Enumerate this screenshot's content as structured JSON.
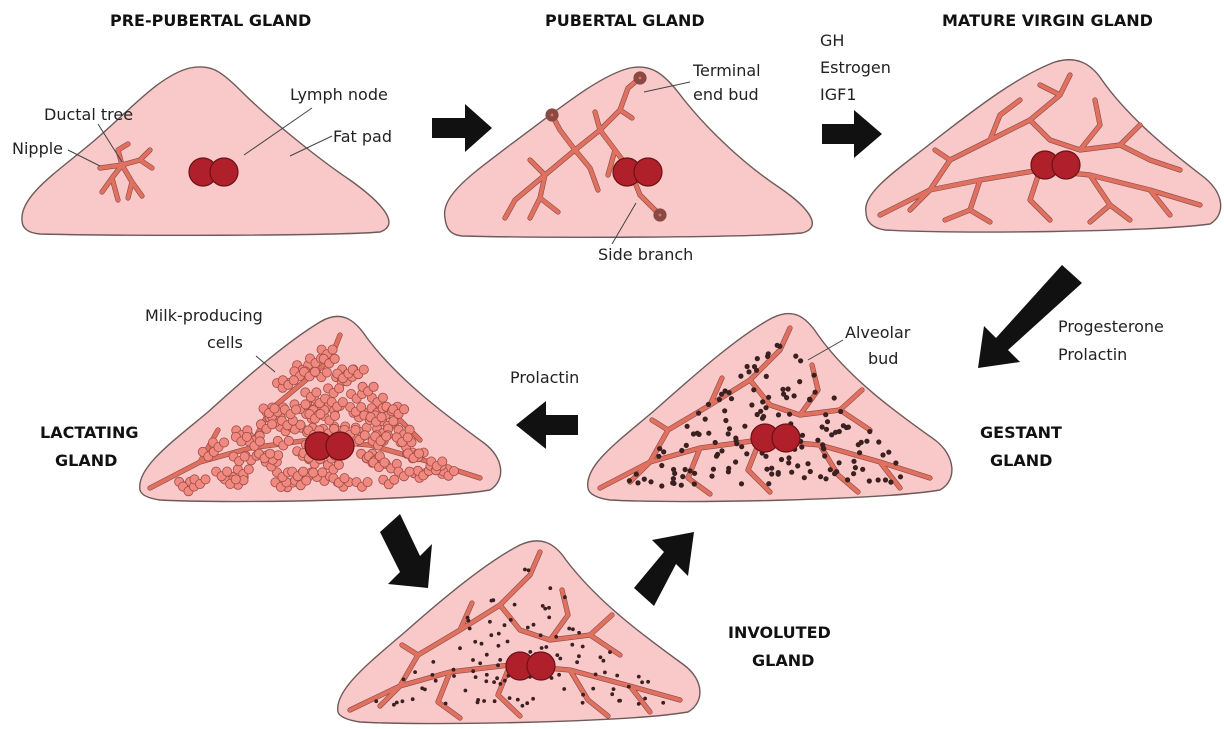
{
  "stages": {
    "prepubertal": {
      "title": "PRE-PUBERTAL GLAND"
    },
    "pubertal": {
      "title": "PUBERTAL GLAND"
    },
    "mature_virgin": {
      "title": "MATURE VIRGIN GLAND"
    },
    "gestant": {
      "title_line1": "GESTANT",
      "title_line2": "GLAND"
    },
    "lactating": {
      "title_line1": "LACTATING",
      "title_line2": "GLAND"
    },
    "involuted": {
      "title_line1": "INVOLUTED",
      "title_line2": "GLAND"
    }
  },
  "labels": {
    "ductal_tree": "Ductal tree",
    "nipple": "Nipple",
    "lymph_node": "Lymph node",
    "fat_pad": "Fat pad",
    "terminal_end_bud_1": "Terminal",
    "terminal_end_bud_2": "end bud",
    "side_branch": "Side branch",
    "milk_producing_1": "Milk-producing",
    "milk_producing_2": "cells",
    "alveolar_bud_1": "Alveolar",
    "alveolar_bud_2": "bud"
  },
  "hormones": {
    "puberty_to_mature": [
      "GH",
      "Estrogen",
      "IGF1"
    ],
    "mature_to_gestant": [
      "Progesterone",
      "Prolactin"
    ],
    "gestant_to_lactating": [
      "Prolactin"
    ]
  },
  "colors": {
    "fat_pad": "#f9c9c9",
    "duct": "#e0705f",
    "lymph_node": "#b0202a",
    "arrow": "#111111"
  }
}
